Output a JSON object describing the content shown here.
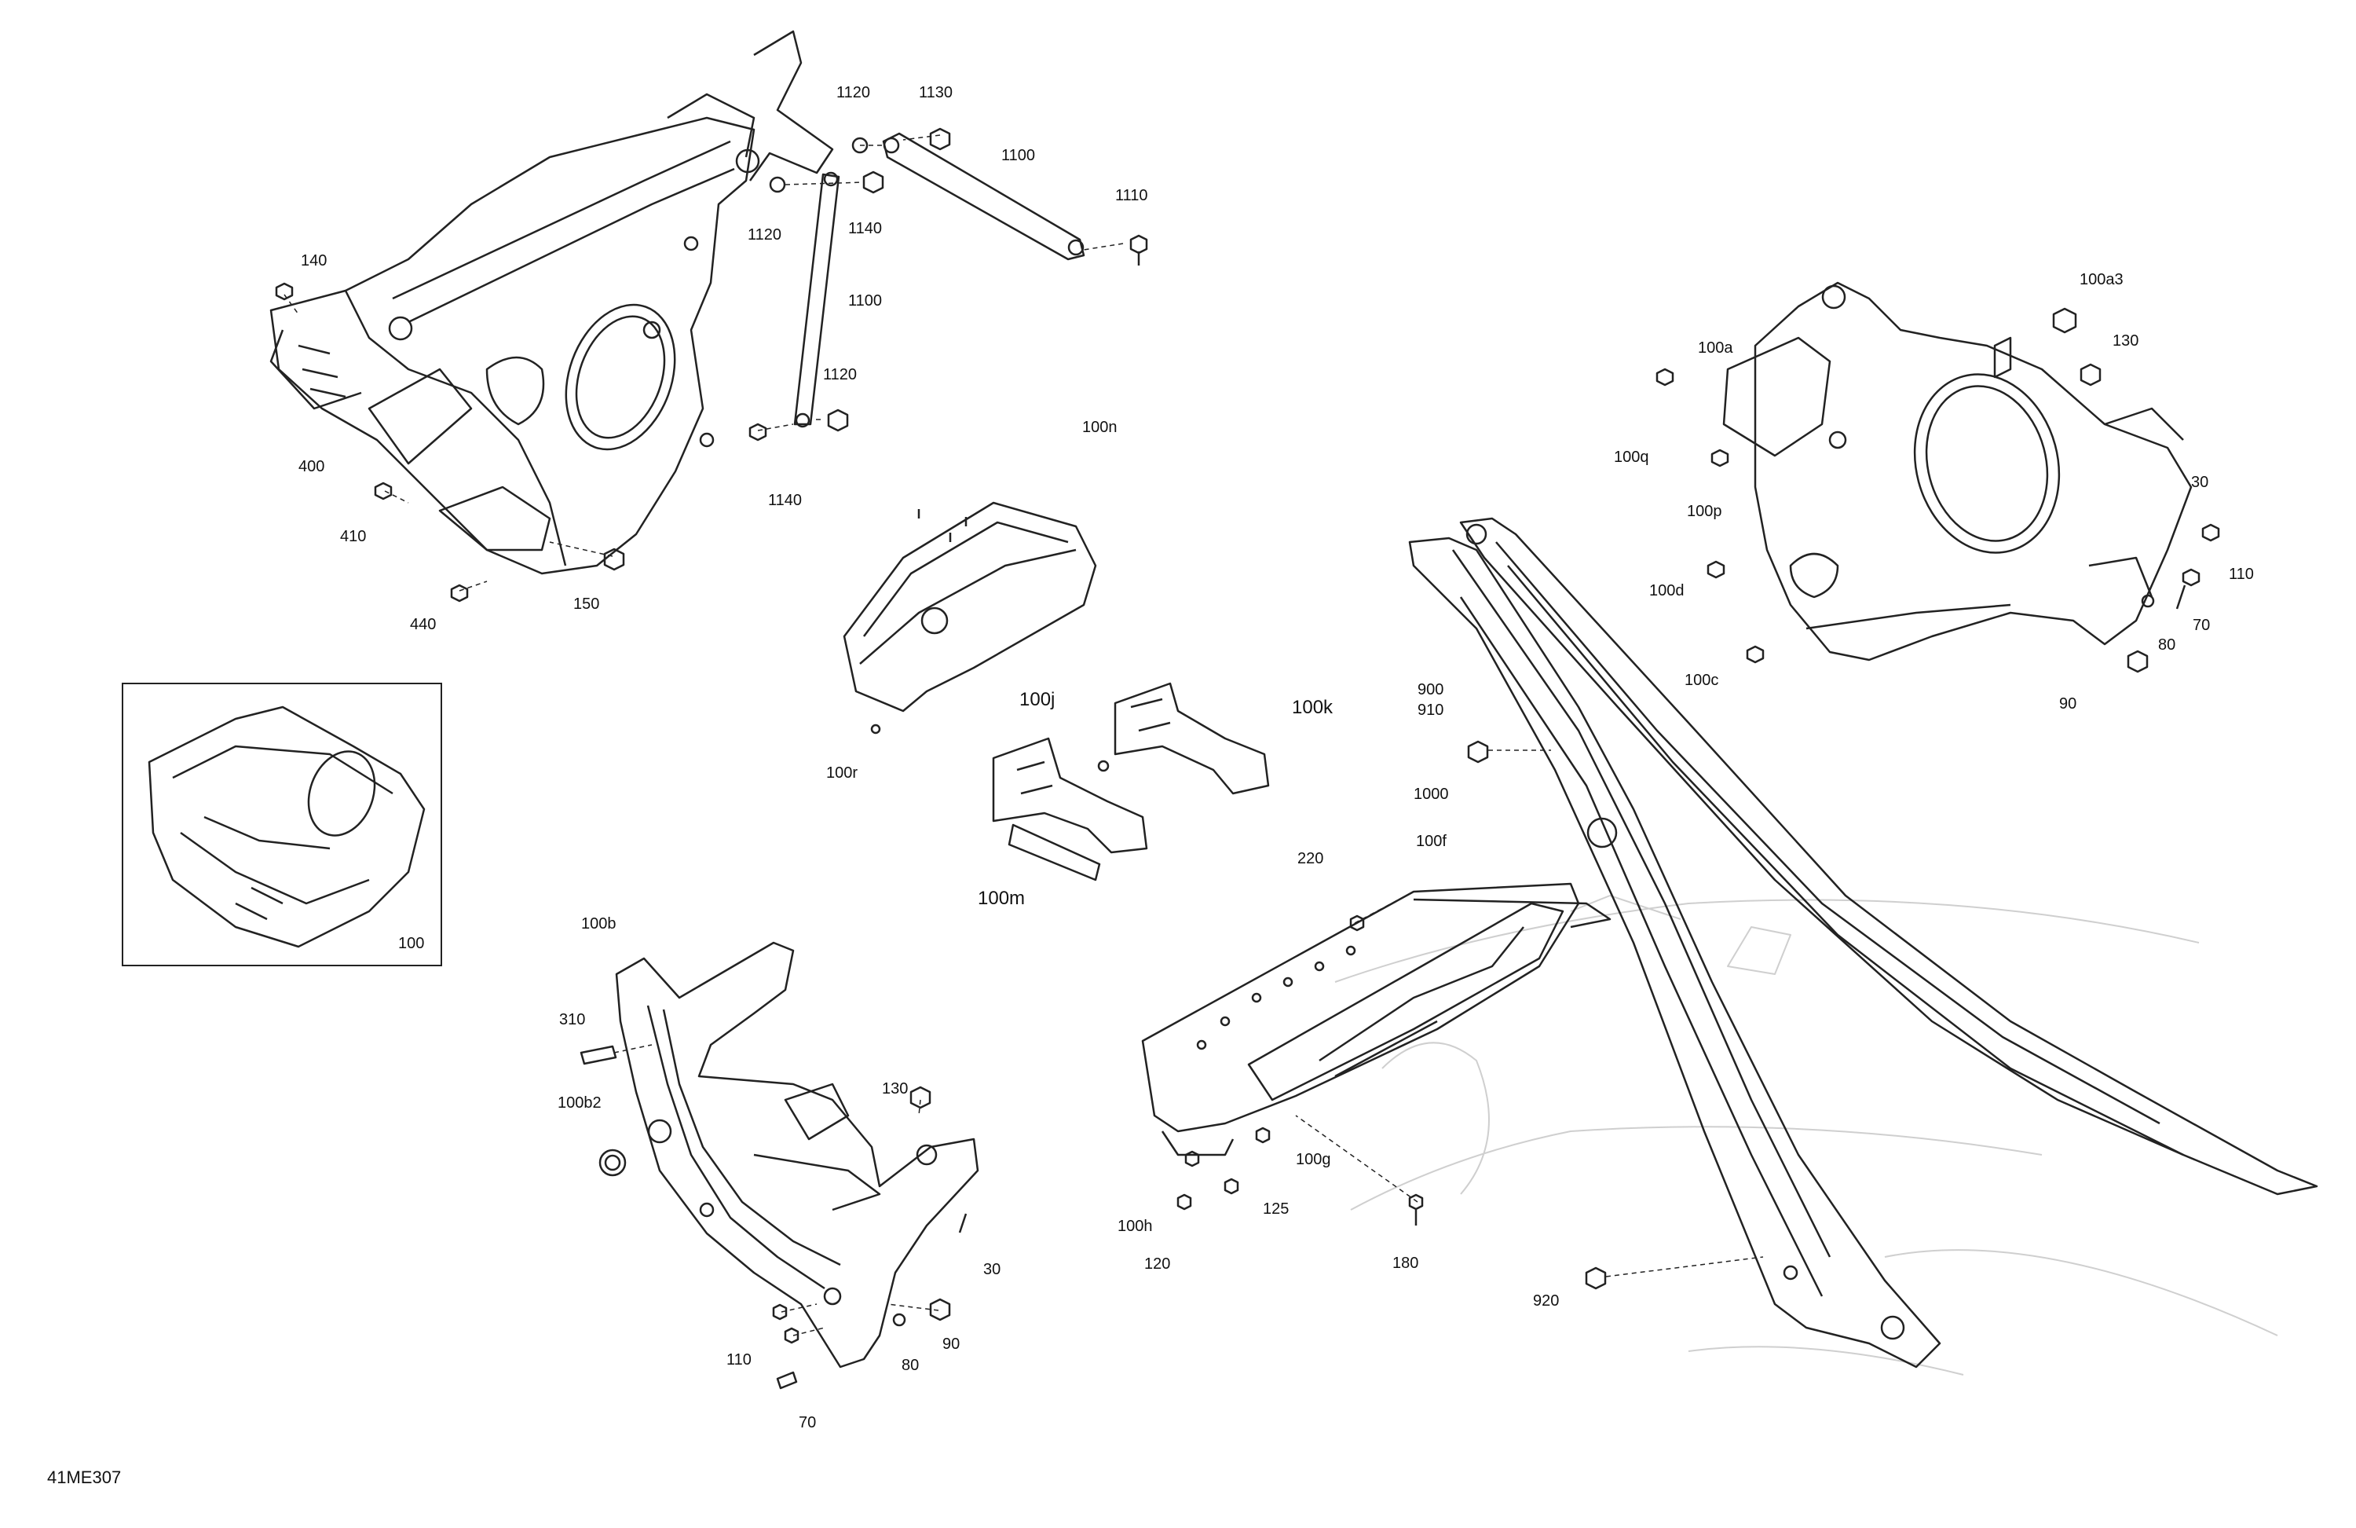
{
  "diagram": {
    "reference_code": "41ME307",
    "inset_label": "100",
    "callouts": {
      "c1120a": "1120",
      "c1130": "1130",
      "c1100a": "1100",
      "c1110": "1110",
      "c1120b": "1120",
      "c1140a": "1140",
      "c1100b": "1100",
      "c1120c": "1120",
      "c1140b": "1140",
      "c140": "140",
      "c400": "400",
      "c410": "410",
      "c440": "440",
      "c150": "150",
      "c100n": "100n",
      "c100r": "100r",
      "c100j": "100j",
      "c100k": "100k",
      "c100m": "100m",
      "c100a3": "100a3",
      "c100a": "100a",
      "c130a": "130",
      "c100q": "100q",
      "c100p": "100p",
      "c30a": "30",
      "c110a": "110",
      "c100d": "100d",
      "c70a": "70",
      "c80a": "80",
      "c100c": "100c",
      "c90a": "90",
      "c900": "900",
      "c910": "910",
      "c1000": "1000",
      "c220": "220",
      "c100f": "100f",
      "c100b": "100b",
      "c310": "310",
      "c100b2": "100b2",
      "c130b": "130",
      "c30b": "30",
      "c110b": "110",
      "c80b": "80",
      "c90b": "90",
      "c70b": "70",
      "c100g": "100g",
      "c100h": "100h",
      "c120": "120",
      "c125": "125",
      "c180": "180",
      "c920": "920"
    }
  }
}
